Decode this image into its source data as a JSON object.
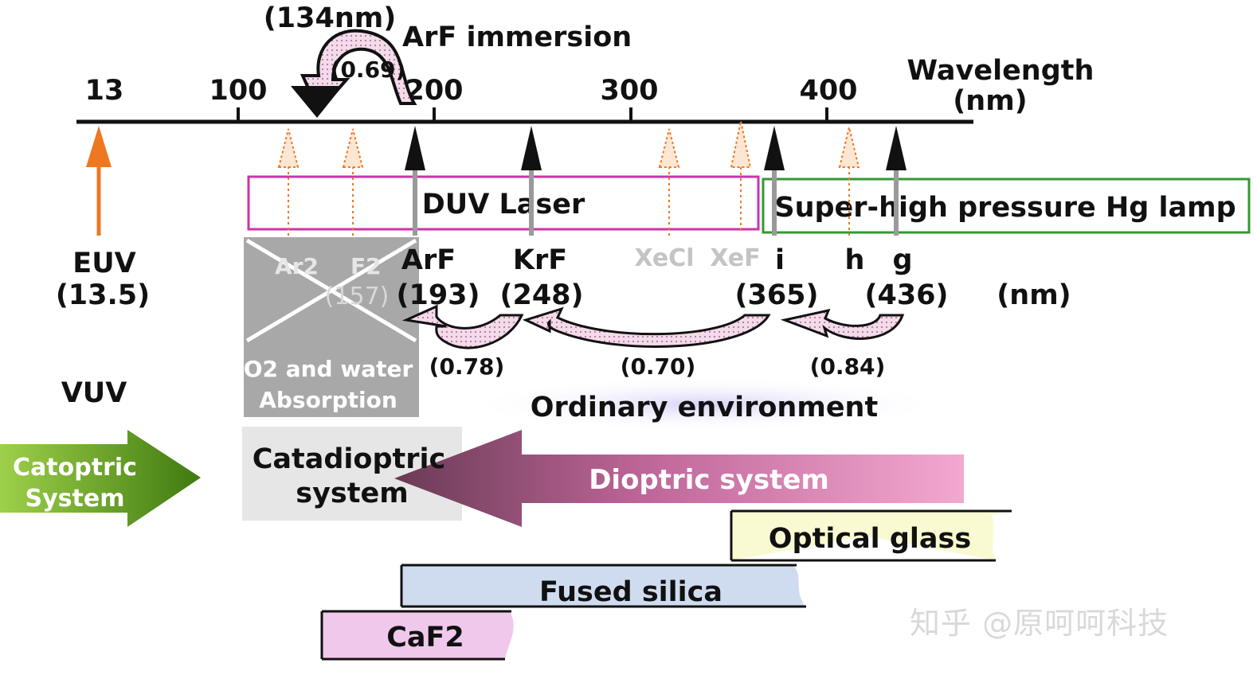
{
  "axis": {
    "ticks": [
      {
        "label": "13",
        "value": 13
      },
      {
        "label": "100",
        "value": 100
      },
      {
        "label": "200",
        "value": 200
      },
      {
        "label": "300",
        "value": 300
      },
      {
        "label": "400",
        "value": 400
      }
    ],
    "title_line1": "Wavelength",
    "title_line2": "(nm)"
  },
  "immersion": {
    "wavelength": "(134nm)",
    "label": "ArF immersion",
    "ratio": "(0.69)"
  },
  "boxes": {
    "duv": "DUV Laser",
    "hg": "Super-high pressure Hg lamp"
  },
  "sources": {
    "euv_name": "EUV",
    "euv_value": "(13.5)",
    "ar2": "Ar2",
    "f2": "F2",
    "f2_value": "(157)",
    "arf": "ArF",
    "arf_value": "(193)",
    "krf": "KrF",
    "krf_value": "(248)",
    "xecl": "XeCl",
    "xef": "XeF",
    "i": "i",
    "i_value": "(365)",
    "h": "h",
    "g": "g",
    "g_value": "(436)",
    "unit": "(nm)"
  },
  "ratios": {
    "arf_krf": "(0.78)",
    "krf_i": "(0.70)",
    "i_g": "(0.84)"
  },
  "regions": {
    "vuv": "VUV",
    "absorption_line1": "O2 and water",
    "absorption_line2": "Absorption",
    "ordinary": "Ordinary environment"
  },
  "systems": {
    "catoptric_line1": "Catoptric",
    "catoptric_line2": "System",
    "catadioptric_line1": "Catadioptric",
    "catadioptric_line2": "system",
    "dioptric": "Dioptric system"
  },
  "materials": {
    "optical_glass": "Optical glass",
    "fused_silica": "Fused silica",
    "caf2": "CaF2"
  },
  "watermark": "知乎 @原呵呵科技",
  "colors": {
    "euv_arrow": "#ee7722",
    "duv_box": "#cc33aa",
    "hg_box": "#339933",
    "catoptric": "#5a9a1a",
    "dioptric": "#d96aa8",
    "optical_glass": "#fafad2",
    "fused_silica": "#cfdcf0",
    "caf2": "#f0c8ec"
  }
}
